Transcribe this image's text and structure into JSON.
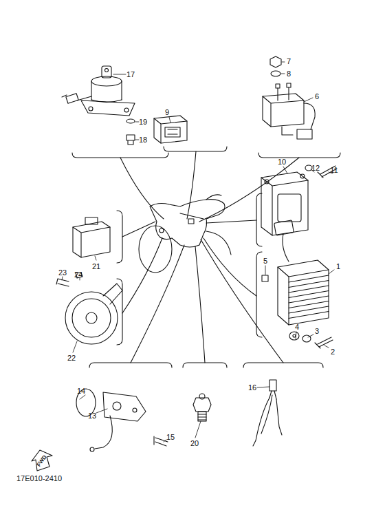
{
  "diagram": {
    "labels": [
      "17",
      "19",
      "18",
      "9",
      "7",
      "8",
      "6",
      "10",
      "12",
      "11",
      "21",
      "5",
      "1",
      "24",
      "23",
      "22",
      "4",
      "3",
      "2",
      "14",
      "13",
      "15",
      "20",
      "16",
      "FWD",
      "17E010-2410"
    ]
  }
}
